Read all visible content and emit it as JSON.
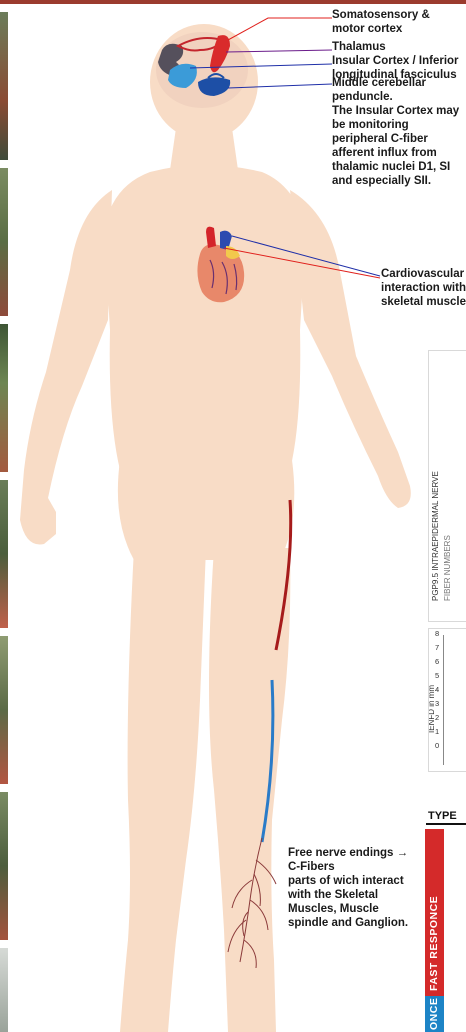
{
  "labels": {
    "somato": [
      "Somatosensory &",
      "motor cortex"
    ],
    "thalamus": "Thalamus",
    "insular": [
      "Insular Cortex / Inferior",
      "longitudinal fasciculus"
    ],
    "cerebellar": [
      "Middle cerebellar",
      "penduncle."
    ],
    "cortex_note": [
      "The Insular Cortex may",
      "be monitoring",
      "peripheral C-fiber",
      "afferent influx from",
      "thalamic nuclei D1, SI",
      "and especially SII."
    ],
    "cardio": [
      "Cardiovascular",
      "interaction with",
      "skeletal muscle"
    ],
    "nerve": {
      "line1": "Free nerve endings",
      "arrow": "→",
      "line2": "C-Fibers",
      "line3": "parts of wich interact",
      "line4": "with the Skeletal",
      "line5": "Muscles,  Muscle",
      "line6": "spindle and Ganglion."
    }
  },
  "panels": {
    "pgp_axis_label": "PGP9.5 INTRAEPIDERMAL NERVE",
    "pgp_axis_label2": "FIBER NUMBERS",
    "ienfd_axis_label": "IENFD in mm",
    "ienfd_ticks": [
      "8",
      "7",
      "6",
      "5",
      "4",
      "3",
      "2",
      "1",
      "0"
    ]
  },
  "types": {
    "title": "TYPE",
    "fast_label": "FAST RESPONCE",
    "slow_label": "ONCE"
  },
  "colors": {
    "skin": "#f8dcc6",
    "brain": "#f1d2bf",
    "callout_red": "#e0201c",
    "callout_blue": "#1f2fa8",
    "nerve_red": "#a61b1b",
    "nerve_blue": "#2a7bc8",
    "fast_band": "#d42a2a",
    "slow_band": "#1d84c6",
    "top_bar": "#9b3b2e"
  }
}
